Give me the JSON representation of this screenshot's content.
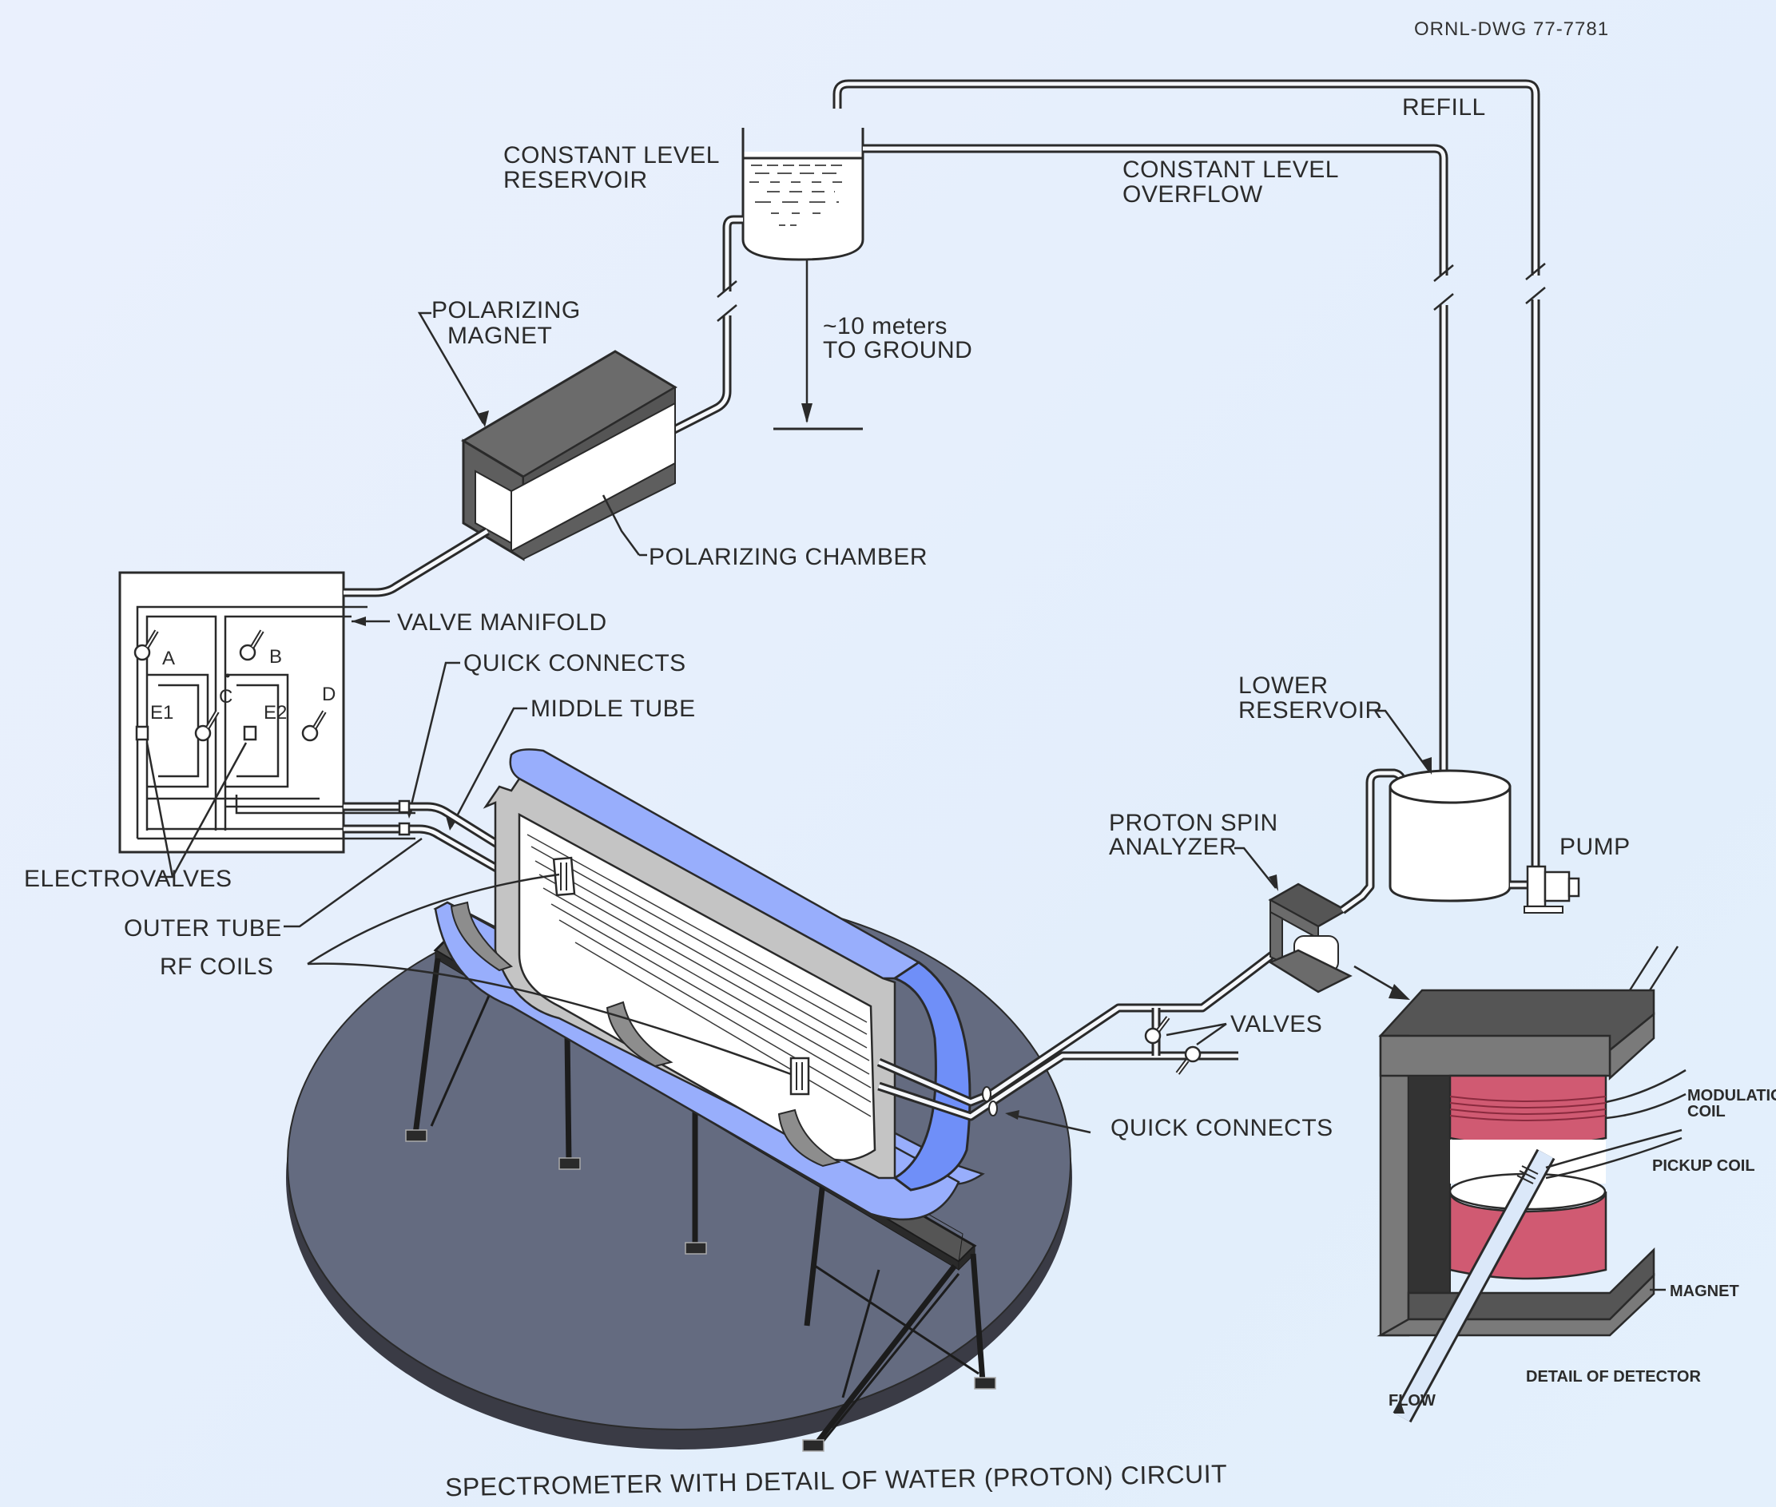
{
  "drawing_number": "ORNL-DWG 77-7781",
  "caption": "SPECTROMETER WITH DETAIL OF WATER (PROTON) CIRCUIT",
  "colors": {
    "background": "#e6effc",
    "ink": "#2a2a2a",
    "magnet_gray": "#6b6b6b",
    "magnet_dark": "#555555",
    "tube_blue": "#98aefc",
    "tube_blue_end": "#6f8ff8",
    "tube_gray": "#c4c4c4",
    "platform": "#646b80",
    "platform_edge": "#3a3b45",
    "coil_red": "#d05a72"
  },
  "labels": {
    "refill": "REFILL",
    "constant_level_reservoir": [
      "CONSTANT LEVEL",
      "RESERVOIR"
    ],
    "constant_level_overflow": [
      "CONSTANT LEVEL",
      "OVERFLOW"
    ],
    "height_to_ground": [
      "~10 meters",
      "TO GROUND"
    ],
    "polarizing_magnet": [
      "POLARIZING",
      "MAGNET"
    ],
    "polarizing_chamber": "POLARIZING CHAMBER",
    "valve_manifold": "VALVE MANIFOLD",
    "quick_connects_top": "QUICK CONNECTS",
    "middle_tube": "MIDDLE TUBE",
    "electrovalves": "ELECTROVALVES",
    "outer_tube": "OUTER TUBE",
    "rf_coils": "RF  COILS",
    "lower_reservoir": [
      "LOWER",
      "RESERVOIR"
    ],
    "proton_spin_analyzer": [
      "PROTON SPIN",
      "ANALYZER"
    ],
    "pump": "PUMP",
    "valves": "VALVES",
    "quick_connects_bottom": "QUICK CONNECTS",
    "modulation_coil": [
      "MODULATION",
      "COIL"
    ],
    "pickup_coil": "PICKUP COIL",
    "magnet": "MAGNET",
    "detail_of_detector": "DETAIL OF DETECTOR",
    "flow": "FLOW"
  },
  "manifold_valves": {
    "a": "A",
    "b": "B",
    "c": "C",
    "d": "D",
    "e1": "E1",
    "e2": "E2"
  }
}
